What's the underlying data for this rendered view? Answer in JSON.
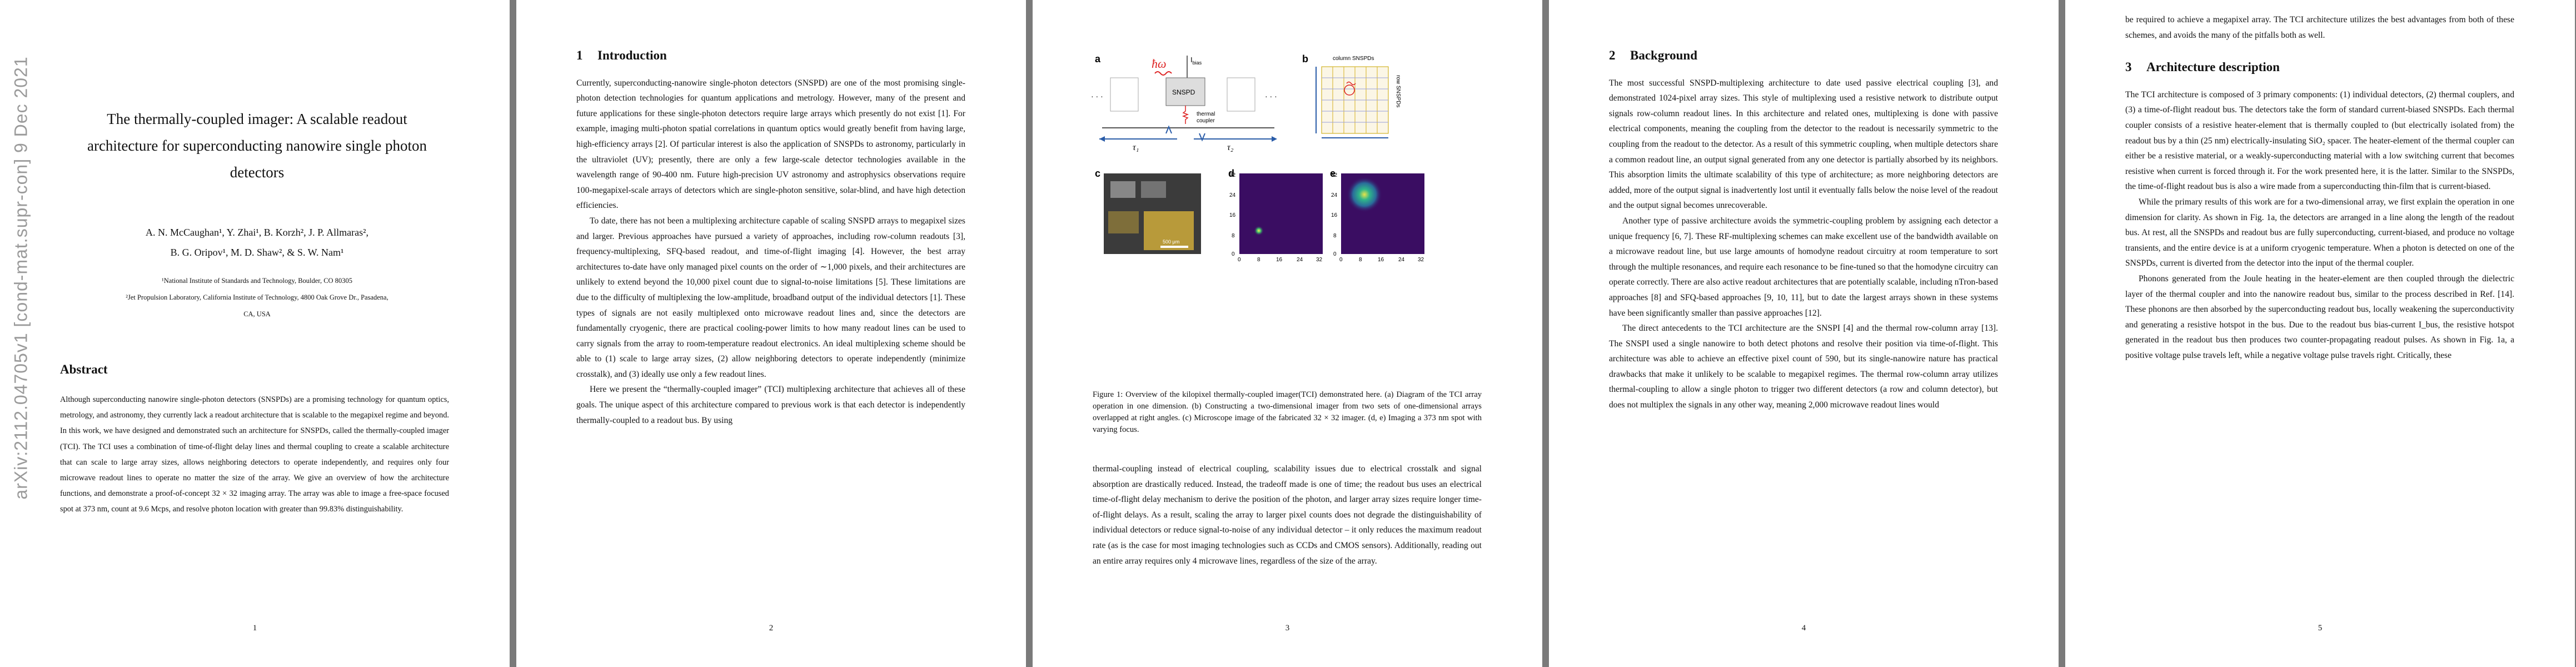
{
  "arxiv_id": "arXiv:2112.04705v1  [cond-mat.supr-con]  9 Dec 2021",
  "page1": {
    "title_lines": [
      "The thermally-coupled imager: A scalable readout",
      "architecture for superconducting nanowire single photon",
      "detectors"
    ],
    "authors_line1": "A. N. McCaughan¹, Y. Zhai¹, B. Korzh², J. P. Allmaras²,",
    "authors_line2": "B. G. Oripov¹, M. D. Shaw², & S. W. Nam¹",
    "affil1": "¹National Institute of Standards and Technology, Boulder, CO 80305",
    "affil2": "²Jet Propulsion Laboratory, California Institute of Technology, 4800 Oak Grove Dr., Pasadena,",
    "affil3": "CA, USA",
    "abstract_heading": "Abstract",
    "abstract": "Although superconducting nanowire single-photon detectors (SNSPDs) are a promising technology for quantum optics, metrology, and astronomy, they currently lack a readout architecture that is scalable to the megapixel regime and beyond. In this work, we have designed and demonstrated such an architecture for SNSPDs, called the thermally-coupled imager (TCI). The TCI uses a combination of time-of-flight delay lines and thermal coupling to create a scalable architecture that can scale to large array sizes, allows neighboring detectors to operate independently, and requires only four microwave readout lines to operate no matter the size of the array. We give an overview of how the architecture functions, and demonstrate a proof-of-concept 32 × 32 imaging array. The array was able to image a free-space focused spot at 373 nm, count at 9.6 Mcps, and resolve photon location with greater than 99.83% distinguishability.",
    "page_number": "1"
  },
  "page2": {
    "heading_num": "1",
    "heading": "Introduction",
    "paragraphs": [
      "Currently, superconducting-nanowire single-photon detectors (SNSPD) are one of the most promising single-photon detection technologies for quantum applications and metrology. However, many of the present and future applications for these single-photon detectors require large arrays which presently do not exist [1]. For example, imaging multi-photon spatial correlations in quantum optics would greatly benefit from having large, high-efficiency arrays [2]. Of particular interest is also the application of SNSPDs to astronomy, particularly in the ultraviolet (UV); presently, there are only a few large-scale detector technologies available in the wavelength range of 90-400 nm. Future high-precision UV astronomy and astrophysics observations require 100-megapixel-scale arrays of detectors which are single-photon sensitive, solar-blind, and have high detection efficiencies.",
      "To date, there has not been a multiplexing architecture capable of scaling SNSPD arrays to megapixel sizes and larger. Previous approaches have pursued a variety of approaches, including row-column readouts [3], frequency-multiplexing, SFQ-based readout, and time-of-flight imaging [4]. However, the best array architectures to-date have only managed pixel counts on the order of ∼1,000 pixels, and their architectures are unlikely to extend beyond the 10,000 pixel count due to signal-to-noise limitations [5]. These limitations are due to the difficulty of multiplexing the low-amplitude, broadband output of the individual detectors [1]. These types of signals are not easily multiplexed onto microwave readout lines and, since the detectors are fundamentally cryogenic, there are practical cooling-power limits to how many readout lines can be used to carry signals from the array to room-temperature readout electronics. An ideal multiplexing scheme should be able to (1) scale to large array sizes, (2) allow neighboring detectors to operate independently (minimize crosstalk), and (3) ideally use only a few readout lines.",
      "Here we present the “thermally-coupled imager” (TCI) multiplexing architecture that achieves all of these goals. The unique aspect of this architecture compared to previous work is that each detector is independently thermally-coupled to a readout bus. By using"
    ],
    "page_number": "2"
  },
  "page3": {
    "figure": {
      "panel_a": "a",
      "panel_b": "b",
      "panel_c": "c",
      "panel_d": "d",
      "panel_e": "e",
      "hbar_omega": "ħω",
      "i_bias": "I",
      "i_bias_sub": "bias",
      "snspd_label": "SNSPD",
      "coupler_label_1": "thermal",
      "coupler_label_2": "coupler",
      "tau1": "τ₁",
      "tau2": "τ₂",
      "dots": "· · ·",
      "column_label": "column SNSPDs",
      "row_label": "row SNSPDs",
      "scale_bar": "500 μm",
      "ticks": [
        "0",
        "8",
        "16",
        "24",
        "32"
      ]
    },
    "caption": "Figure 1: Overview of the kilopixel thermally-coupled imager(TCI) demonstrated here. (a) Diagram of the TCI array operation in one dimension. (b) Constructing a two-dimensional imager from two sets of one-dimensional arrays overlapped at right angles. (c) Microscope image of the fabricated 32 × 32 imager. (d, e) Imaging a 373 nm spot with varying focus.",
    "body": "thermal-coupling instead of electrical coupling, scalability issues due to electrical crosstalk and signal absorption are drastically reduced. Instead, the tradeoff made is one of time; the readout bus uses an electrical time-of-flight delay mechanism to derive the position of the photon, and larger array sizes require longer time-of-flight delays. As a result, scaling the array to larger pixel counts does not degrade the distinguishability of individual detectors or reduce signal-to-noise of any individual detector – it only reduces the maximum readout rate (as is the case for most imaging technologies such as CCDs and CMOS sensors). Additionally, reading out an entire array requires only 4 microwave lines, regardless of the size of the array.",
    "page_number": "3"
  },
  "page4": {
    "heading_num": "2",
    "heading": "Background",
    "paragraphs": [
      "The most successful SNSPD-multiplexing architecture to date used passive electrical coupling [3], and demonstrated 1024-pixel array sizes. This style of multiplexing used a resistive network to distribute output signals row-column readout lines. In this architecture and related ones, multiplexing is done with passive electrical components, meaning the coupling from the detector to the readout is necessarily symmetric to the coupling from the readout to the detector. As a result of this symmetric coupling, when multiple detectors share a common readout line, an output signal generated from any one detector is partially absorbed by its neighbors. This absorption limits the ultimate scalability of this type of architecture; as more neighboring detectors are added, more of the output signal is inadvertently lost until it eventually falls below the noise level of the readout and the output signal becomes unrecoverable.",
      "Another type of passive architecture avoids the symmetric-coupling problem by assigning each detector a unique frequency [6, 7]. These RF-multiplexing schemes can make excellent use of the bandwidth available on a microwave readout line, but use large amounts of homodyne readout circuitry at room temperature to sort through the multiple resonances, and require each resonance to be fine-tuned so that the homodyne circuitry can operate correctly. There are also active readout architectures that are potentially scalable, including nTron-based approaches [8] and SFQ-based approaches [9, 10, 11], but to date the largest arrays shown in these systems have been significantly smaller than passive approaches [12].",
      "The direct antecedents to the TCI architecture are the SNSPI [4] and the thermal row-column array [13]. The SNSPI used a single nanowire to both detect photons and resolve their position via time-of-flight. This architecture was able to achieve an effective pixel count of 590, but its single-nanowire nature has practical drawbacks that make it unlikely to be scalable to megapixel regimes. The thermal row-column array utilizes thermal-coupling to allow a single photon to trigger two different detectors (a row and column detector), but does not multiplex the signals in any other way, meaning 2,000 microwave readout lines would"
    ],
    "page_number": "4"
  },
  "page5": {
    "first_paragraph": "be required to achieve a megapixel array. The TCI architecture utilizes the best advantages from both of these schemes, and avoids the many of the pitfalls both as well.",
    "heading_num": "3",
    "heading": "Architecture description",
    "paragraphs": [
      "The TCI architecture is composed of 3 primary components: (1) individual detectors, (2) thermal couplers, and (3) a time-of-flight readout bus. The detectors take the form of standard current-biased SNSPDs. Each thermal coupler consists of a resistive heater-element that is thermally coupled to (but electrically isolated from) the readout bus by a thin (25 nm) electrically-insulating SiO₂ spacer. The heater-element of the thermal coupler can either be a resistive material, or a weakly-superconducting material with a low switching current that becomes resistive when current is forced through it. For the work presented here, it is the latter. Similar to the SNSPDs, the time-of-flight readout bus is also a wire made from a superconducting thin-film that is current-biased.",
      "While the primary results of this work are for a two-dimensional array, we first explain the operation in one dimension for clarity. As shown in Fig. 1a, the detectors are arranged in a line along the length of the readout bus. At rest, all the SNSPDs and readout bus are fully superconducting, current-biased, and produce no voltage transients, and the entire device is at a uniform cryogenic temperature. When a photon is detected on one of the SNSPDs, current is diverted from the detector into the input of the thermal coupler.",
      "Phonons generated from the Joule heating in the heater-element are then coupled through the dielectric layer of the thermal coupler and into the nanowire readout bus, similar to the process described in Ref. [14]. These phonons are then absorbed by the superconducting readout bus, locally weakening the superconductivity and generating a resistive hotspot in the bus. Due to the readout bus bias-current I_bus, the resistive hotspot generated in the readout bus then produces two counter-propagating readout pulses. As shown in Fig. 1a, a positive voltage pulse travels left, while a negative voltage pulse travels right. Critically, these"
    ],
    "page_number": "5"
  }
}
